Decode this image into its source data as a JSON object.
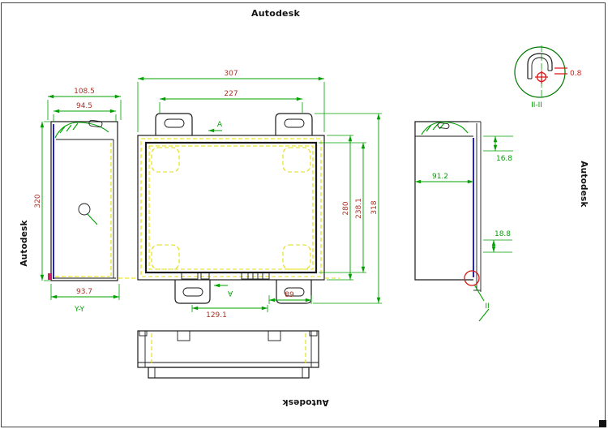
{
  "watermarks": {
    "top": "Autodesk",
    "left": "Autodesk",
    "right": "Autodesk",
    "bottom": "Autodesk"
  },
  "views": {
    "left": {
      "label": "Y-Y",
      "dims": {
        "outer_width": "108.5",
        "inner_width": "94.5",
        "height": "320",
        "bottom_width": "93.7"
      }
    },
    "front": {
      "section_top": "A",
      "section_bottom": "A",
      "dims": {
        "overall_width": "307",
        "slot_span": "227",
        "body_height": "280",
        "bezel_height": "238.1",
        "overall_height": "318",
        "bottom_left_span": "129.1",
        "bottom_right_span": "89"
      }
    },
    "right": {
      "label": "II",
      "dims": {
        "depth": "91.2",
        "top_lip": "16.8",
        "bottom_lip": "18.8"
      }
    },
    "detail": {
      "label": "II-II",
      "dims": {
        "wall_thickness": "0.8"
      }
    }
  },
  "colors": {
    "dimension_green": "#00A000",
    "dimension_red": "#A93226",
    "hidden_yellow": "#E4DE00",
    "edge_blue": "#2323C8",
    "detail_red": "#D91818",
    "geometry_black": "#1A1A1A"
  }
}
